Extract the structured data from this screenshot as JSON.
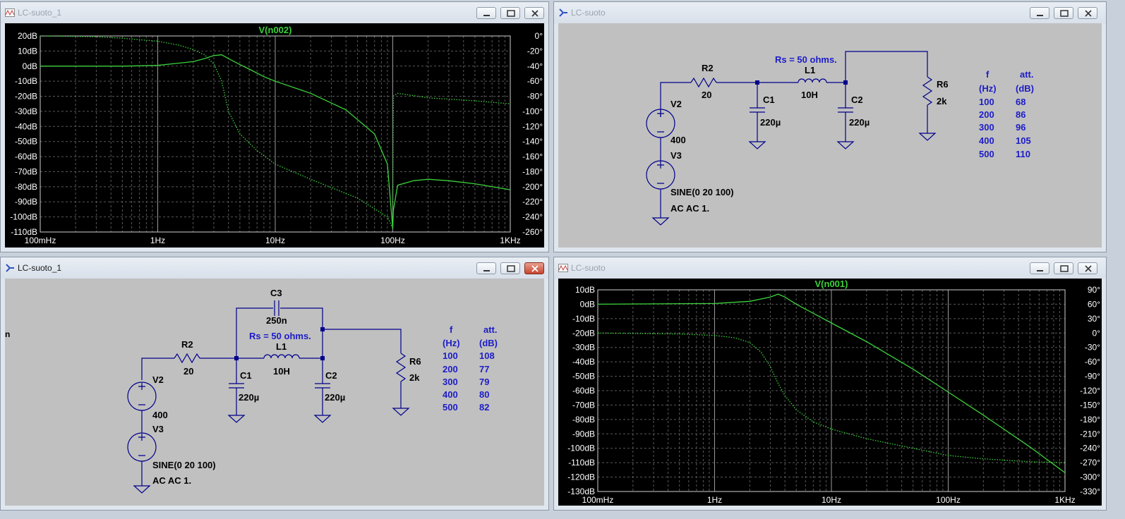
{
  "windows": {
    "top_left": {
      "title": "LC-suoto_1",
      "active": false
    },
    "top_right": {
      "title": "LC-suoto",
      "active": false
    },
    "bottom_left": {
      "title": "LC-suoto_1",
      "active": true
    },
    "bottom_right": {
      "title": "LC-suoto",
      "active": false
    }
  },
  "plot_top": {
    "title": "V(n002)",
    "left_ticks": [
      "20dB",
      "10dB",
      "0dB",
      "-10dB",
      "-20dB",
      "-30dB",
      "-40dB",
      "-50dB",
      "-60dB",
      "-70dB",
      "-80dB",
      "-90dB",
      "-100dB",
      "-110dB"
    ],
    "right_ticks": [
      "0°",
      "-20°",
      "-40°",
      "-60°",
      "-80°",
      "-100°",
      "-120°",
      "-140°",
      "-160°",
      "-180°",
      "-200°",
      "-220°",
      "-240°",
      "-260°"
    ],
    "x_ticks": [
      "100mHz",
      "1Hz",
      "10Hz",
      "100Hz",
      "1KHz"
    ]
  },
  "plot_bottom": {
    "title": "V(n001)",
    "left_ticks": [
      "10dB",
      "0dB",
      "-10dB",
      "-20dB",
      "-30dB",
      "-40dB",
      "-50dB",
      "-60dB",
      "-70dB",
      "-80dB",
      "-90dB",
      "-100dB",
      "-110dB",
      "-120dB",
      "-130dB"
    ],
    "right_ticks": [
      "90°",
      "60°",
      "30°",
      "0°",
      "-30°",
      "-60°",
      "-90°",
      "-120°",
      "-150°",
      "-180°",
      "-210°",
      "-240°",
      "-270°",
      "-300°",
      "-330°"
    ],
    "x_ticks": [
      "100mHz",
      "1Hz",
      "10Hz",
      "100Hz",
      "1KHz"
    ]
  },
  "chart_data": [
    {
      "type": "line",
      "title": "V(n002)",
      "x_scale": "log",
      "xlim": [
        0.1,
        1000
      ],
      "ylim_left": [
        -110,
        20
      ],
      "ylim_right": [
        -260,
        0
      ],
      "grid": true,
      "series": [
        {
          "style": "solid",
          "axis": "left",
          "x": [
            0.1,
            0.5,
            1,
            2,
            2.5,
            3,
            3.5,
            4,
            5,
            6,
            8,
            10,
            20,
            40,
            70,
            90,
            100,
            101,
            110,
            150,
            200,
            300,
            500,
            1000
          ],
          "y": [
            0,
            0,
            0.5,
            3,
            5,
            7,
            7.5,
            5,
            1,
            -2,
            -7,
            -10,
            -18,
            -29,
            -45,
            -65,
            -108,
            -96,
            -79,
            -76,
            -75,
            -76,
            -78,
            -82
          ]
        },
        {
          "style": "dotted",
          "axis": "right",
          "x": [
            0.1,
            0.3,
            0.5,
            1,
            1.5,
            2,
            2.5,
            3,
            3.5,
            4,
            5,
            7,
            10,
            20,
            50,
            90,
            100,
            101,
            110,
            200,
            500,
            1000
          ],
          "y": [
            0,
            -1,
            -3,
            -7,
            -12,
            -18,
            -25,
            -37,
            -60,
            -100,
            -130,
            -152,
            -170,
            -190,
            -215,
            -240,
            -255,
            -80,
            -76,
            -82,
            -86,
            -90
          ]
        }
      ]
    },
    {
      "type": "line",
      "title": "V(n001)",
      "x_scale": "log",
      "xlim": [
        0.1,
        1000
      ],
      "ylim_left": [
        -130,
        10
      ],
      "ylim_right": [
        -330,
        90
      ],
      "grid": true,
      "series": [
        {
          "style": "solid",
          "axis": "left",
          "x": [
            0.1,
            1,
            2,
            3,
            3.5,
            4,
            5,
            10,
            20,
            50,
            100,
            200,
            500,
            1000
          ],
          "y": [
            0,
            0.5,
            2,
            5,
            7,
            5,
            0,
            -13,
            -26,
            -45,
            -61,
            -77,
            -99,
            -117
          ]
        },
        {
          "style": "dotted",
          "axis": "right",
          "x": [
            0.1,
            0.5,
            1,
            1.5,
            2,
            2.5,
            3,
            3.5,
            4,
            5,
            7,
            10,
            20,
            50,
            100,
            200,
            500,
            1000
          ],
          "y": [
            0,
            -2,
            -5,
            -10,
            -20,
            -40,
            -70,
            -105,
            -130,
            -160,
            -185,
            -200,
            -220,
            -240,
            -255,
            -262,
            -268,
            -270
          ]
        }
      ]
    }
  ],
  "schematic_top": {
    "r2_name": "R2",
    "r2_value": "20",
    "c1_name": "C1",
    "c1_value": "220µ",
    "l1_name": "L1",
    "l1_value": "10H",
    "c2_name": "C2",
    "c2_value": "220µ",
    "r6_name": "R6",
    "r6_value": "2k",
    "v2_name": "V2",
    "v2_value": "400",
    "v3_name": "V3",
    "v3_value": "SINE(0 20 100)",
    "ac_directive": "AC AC 1.",
    "comment": "Rs = 50 ohms.",
    "table": {
      "h1": "f",
      "h2": "att.",
      "u1": "(Hz)",
      "u2": "(dB)",
      "rows": [
        [
          "100",
          "68"
        ],
        [
          "200",
          "86"
        ],
        [
          "300",
          "96"
        ],
        [
          "400",
          "105"
        ],
        [
          "500",
          "110"
        ]
      ]
    }
  },
  "schematic_bottom": {
    "stray_text": "n",
    "c3_name": "C3",
    "c3_value": "250n",
    "r2_name": "R2",
    "r2_value": "20",
    "c1_name": "C1",
    "c1_value": "220µ",
    "l1_name": "L1",
    "l1_value": "10H",
    "c2_name": "C2",
    "c2_value": "220µ",
    "r6_name": "R6",
    "r6_value": "2k",
    "v2_name": "V2",
    "v2_value": "400",
    "v3_name": "V3",
    "v3_value": "SINE(0 20 100)",
    "ac_directive": "AC AC 1.",
    "comment": "Rs = 50 ohms.",
    "table": {
      "h1": "f",
      "h2": "att.",
      "u1": "(Hz)",
      "u2": "(dB)",
      "rows": [
        [
          "100",
          "108"
        ],
        [
          "200",
          "77"
        ],
        [
          "300",
          "79"
        ],
        [
          "400",
          "80"
        ],
        [
          "500",
          "82"
        ]
      ]
    }
  },
  "colors": {
    "trace": "#3cd23c",
    "wire": "#00008b",
    "comment": "#1c1cc8",
    "plot_bg": "#000000",
    "sch_bg": "#c0c0c0"
  }
}
